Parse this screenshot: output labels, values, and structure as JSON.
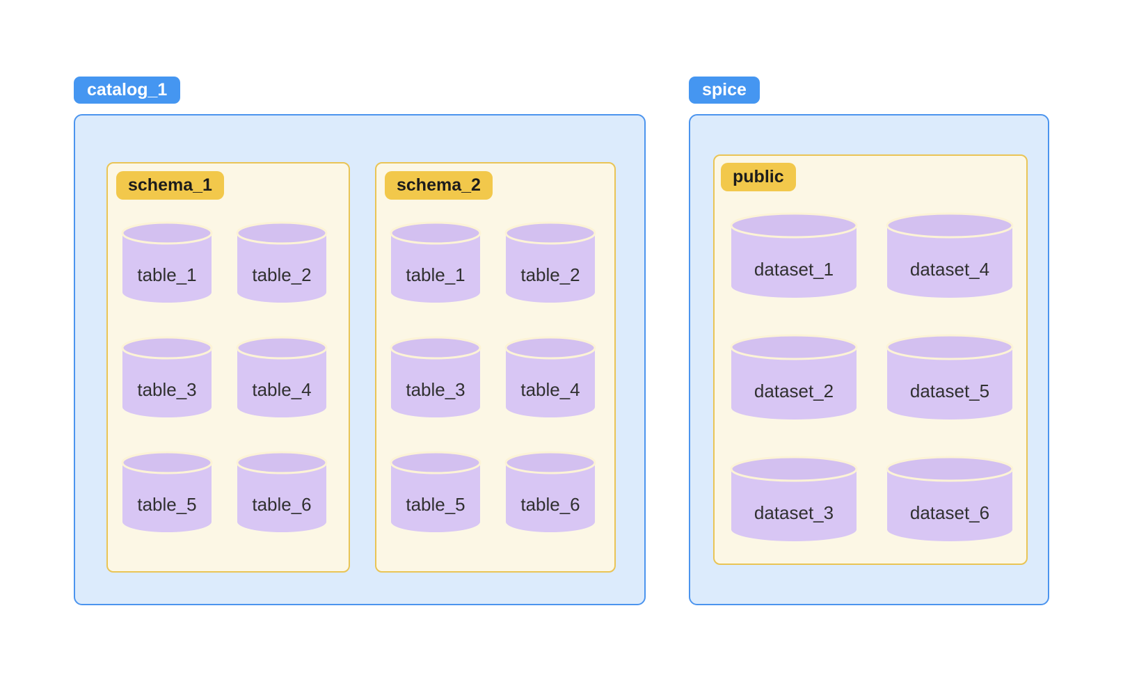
{
  "colors": {
    "badge-blue": "#4596f1",
    "badge-blue-text": "#ffffff",
    "container-blue-bg": "#dcebfc",
    "container-blue-border": "#4b94ee",
    "badge-gold": "#f2c84b",
    "badge-gold-text": "#1c1c1c",
    "section-cream-bg": "#fcf7e5",
    "section-cream-border": "#e9c455",
    "cylinder-fill": "#d8c6f4",
    "cylinder-top-fill": "#d3c0f0",
    "cylinder-stroke": "#fcf3d6",
    "label-text": "#303030"
  },
  "groups": [
    {
      "badge": "catalog_1",
      "sections": [
        {
          "badge": "schema_1",
          "rows": [
            [
              "table_1",
              "table_2"
            ],
            [
              "table_3",
              "table_4"
            ],
            [
              "table_5",
              "table_6"
            ]
          ]
        },
        {
          "badge": "schema_2",
          "rows": [
            [
              "table_1",
              "table_2"
            ],
            [
              "table_3",
              "table_4"
            ],
            [
              "table_5",
              "table_6"
            ]
          ]
        }
      ]
    },
    {
      "badge": "spice",
      "sections": [
        {
          "badge": "public",
          "rows": [
            [
              "dataset_1",
              "dataset_4"
            ],
            [
              "dataset_2",
              "dataset_5"
            ],
            [
              "dataset_3",
              "dataset_6"
            ]
          ]
        }
      ]
    }
  ]
}
